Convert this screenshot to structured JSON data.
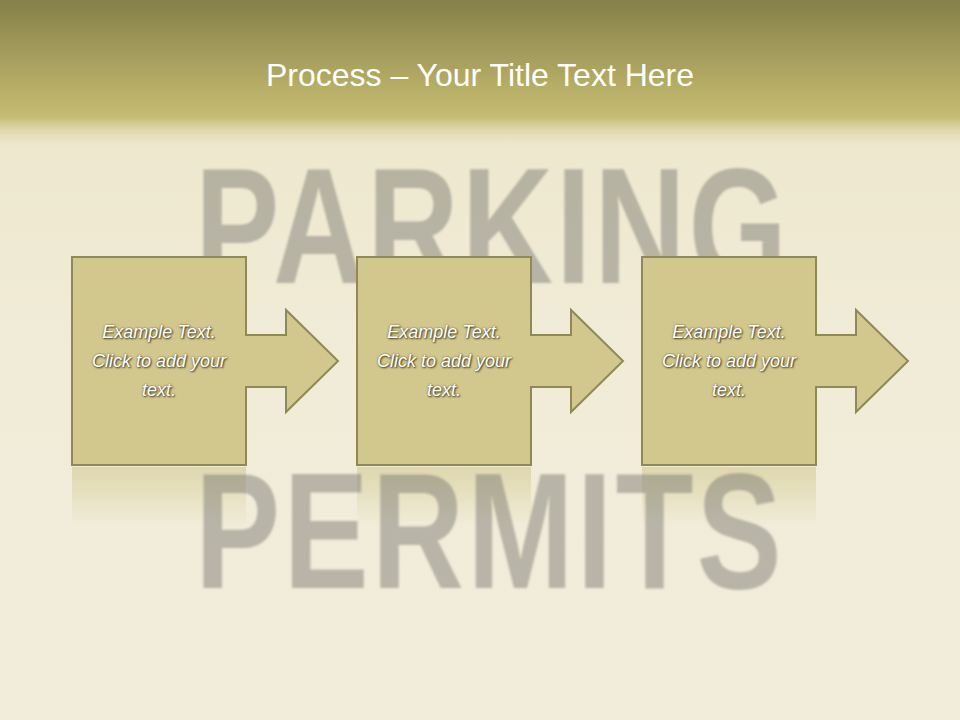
{
  "diagram": {
    "title": "Process – Your Title Text Here",
    "nodes": [
      {
        "text": [
          "Example Text. Click to add your text."
        ]
      },
      {
        "text": [
          "Example Text. Click to add your text."
        ]
      },
      {
        "text": [
          "Example Text. Click to add your text."
        ]
      }
    ],
    "labels": [
      "PARKING",
      "PERMITS"
    ]
  }
}
